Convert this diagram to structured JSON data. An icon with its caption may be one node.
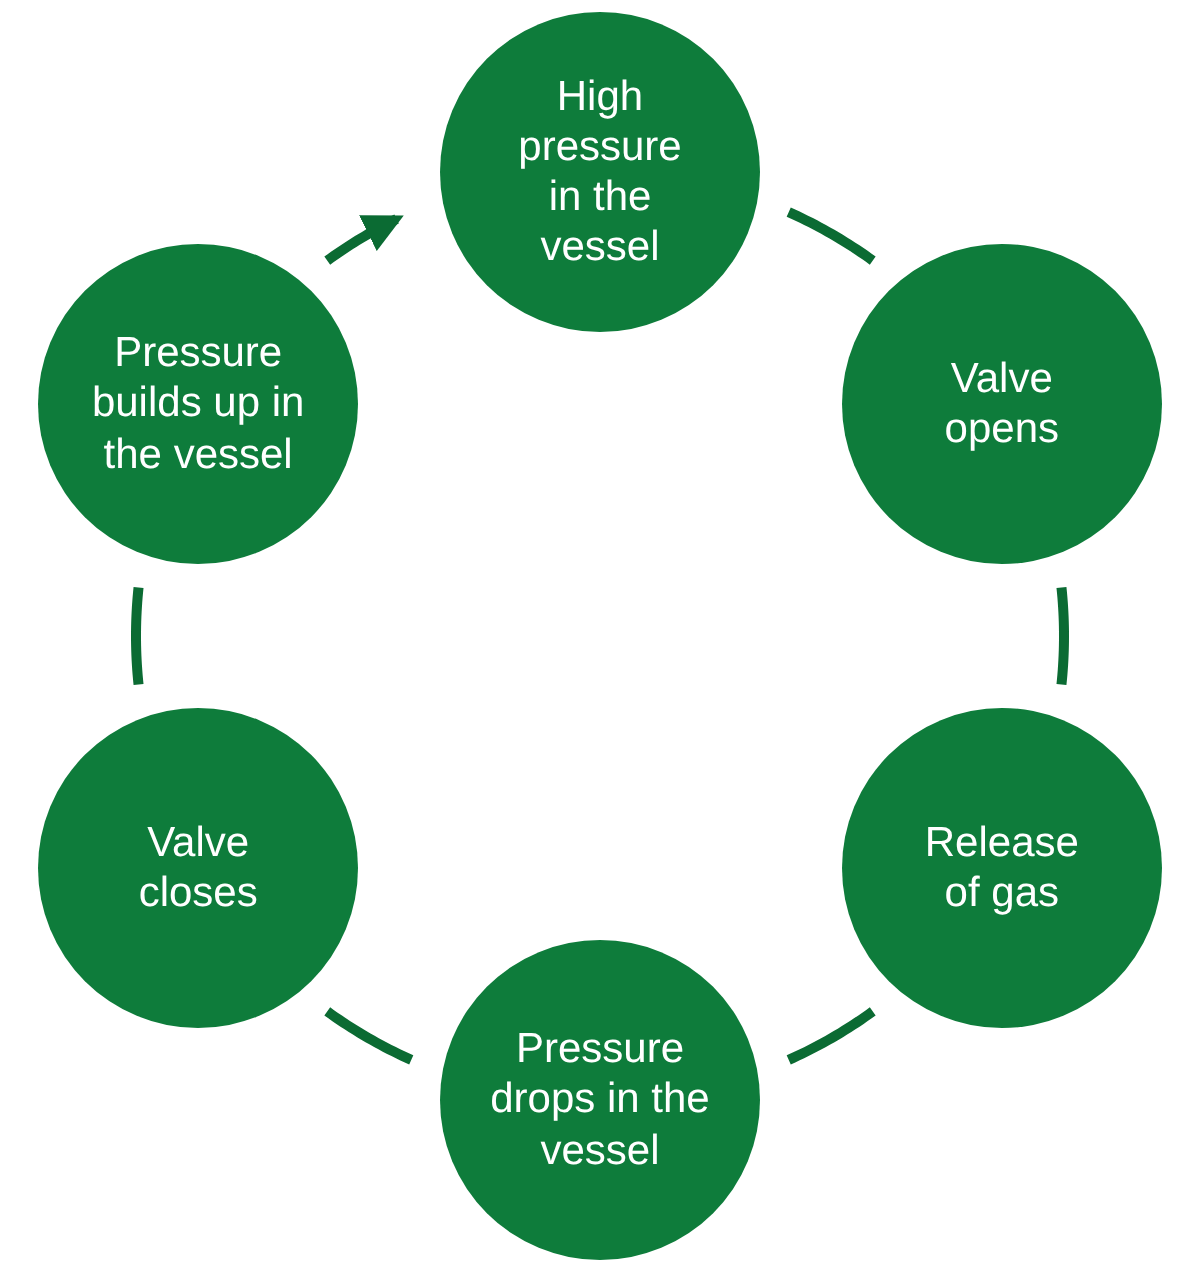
{
  "diagram": {
    "nodes": [
      {
        "text": [
          "High pressure in the vessel"
        ]
      },
      {
        "text": [
          "Valve opens"
        ]
      },
      {
        "text": [
          "Release of gas"
        ]
      },
      {
        "text": [
          "Pressure drops in the vessel"
        ]
      },
      {
        "text": [
          "Valve closes"
        ]
      },
      {
        "text": [
          "Pressure builds up in the vessel"
        ]
      }
    ],
    "edges": [
      {
        "from": 0,
        "to": 1,
        "arrow": "none"
      },
      {
        "from": 1,
        "to": 2,
        "arrow": "none"
      },
      {
        "from": 2,
        "to": 3,
        "arrow": "none"
      },
      {
        "from": 3,
        "to": 4,
        "arrow": "none"
      },
      {
        "from": 4,
        "to": 5,
        "arrow": "none"
      },
      {
        "from": 5,
        "to": 0,
        "arrow": "to"
      }
    ]
  }
}
